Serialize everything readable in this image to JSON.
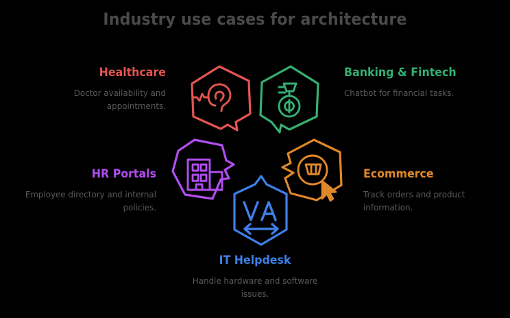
{
  "page": {
    "title": "Industry use cases for architecture",
    "background_color": "#000000",
    "title_color": "#4a4a4a",
    "description_color": "#5a5a5a"
  },
  "use_cases": [
    {
      "id": "healthcare",
      "label": "Healthcare",
      "description": "Doctor availability and appointments.",
      "color": "#e35550",
      "icon": "ear-stethoscope-icon",
      "align": "right"
    },
    {
      "id": "banking",
      "label": "Banking & Fintech",
      "description": "Chatbot for financial tasks.",
      "color": "#35b073",
      "icon": "money-bag-icon",
      "align": "left"
    },
    {
      "id": "hr",
      "label": "HR Portals",
      "description": "Employee directory and internal policies.",
      "color": "#b04ef0",
      "icon": "office-building-icon",
      "align": "right"
    },
    {
      "id": "ecommerce",
      "label": "Ecommerce",
      "description": "Track orders and product information.",
      "color": "#e0872a",
      "icon": "shopping-cart-cursor-icon",
      "align": "left"
    },
    {
      "id": "it_helpdesk",
      "label": "IT Helpdesk",
      "description": "Handle hardware and software issues.",
      "color": "#3f7fe8",
      "icon": "va-arrow-icon",
      "align": "center"
    }
  ]
}
